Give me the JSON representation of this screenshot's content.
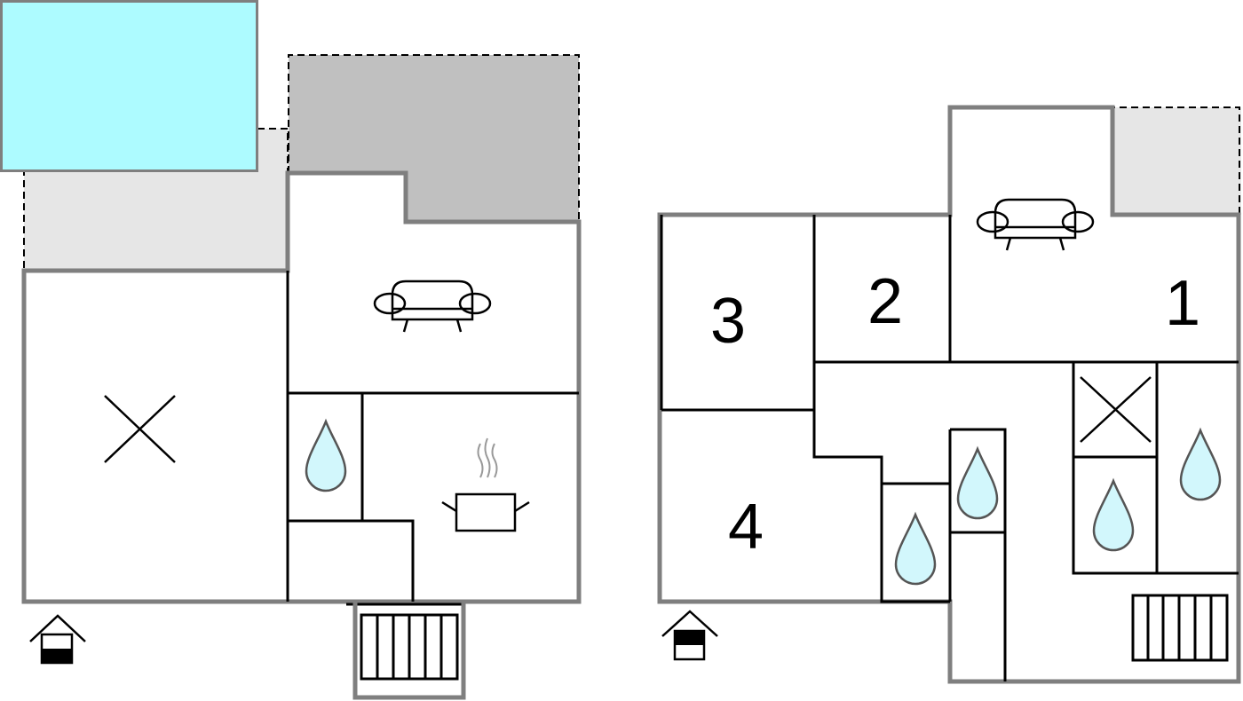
{
  "plans": [
    {
      "name": "ground-floor"
    },
    {
      "name": "upper-floor",
      "room_labels": [
        "1",
        "2",
        "3",
        "4"
      ]
    }
  ],
  "colors": {
    "pool": "#adfbff",
    "terrace_light": "#e6e6e6",
    "terrace_dark": "#c0c0c0",
    "outer_wall": "#7f7f7f",
    "water": "#d2f7fc"
  },
  "icons": [
    "pool",
    "terrace",
    "bed-x-icon",
    "sofa-icon",
    "kitchen-pot-icon",
    "water-drop-icon",
    "stairs-icon",
    "floor-indicator-icon"
  ]
}
